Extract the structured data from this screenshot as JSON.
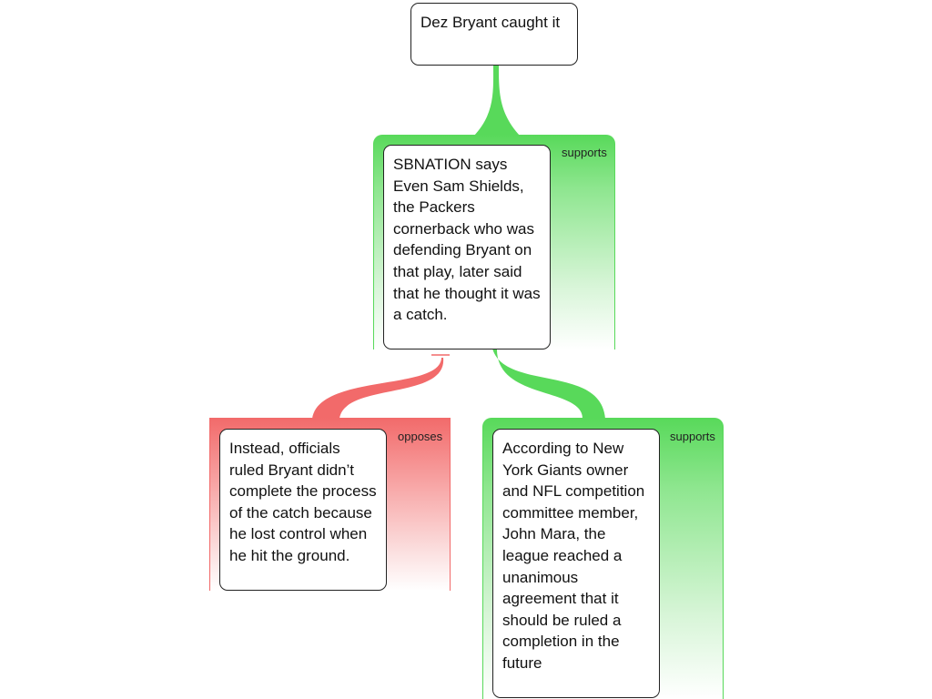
{
  "colors": {
    "support": "#58d95a",
    "oppose": "#f26a6a",
    "node_border": "#222222"
  },
  "nodes": {
    "claim": {
      "text": "Dez Bryant caught it"
    },
    "evidence_sbnation": {
      "text": "SBNATION says Even Sam Shields, the Packers cornerback who was defending Bryant on that play, later said that he thought it was a catch.",
      "relation": "supports"
    },
    "officials": {
      "text": "Instead, officials ruled Bryant didn’t complete the process of the catch because he lost control when he hit the ground.",
      "relation": "opposes"
    },
    "mara": {
      "text": "According to New York Giants owner and NFL competition committee member, John Mara, the league reached a unanimous agreement that it should be ruled a completion in the future",
      "relation": "supports"
    }
  }
}
